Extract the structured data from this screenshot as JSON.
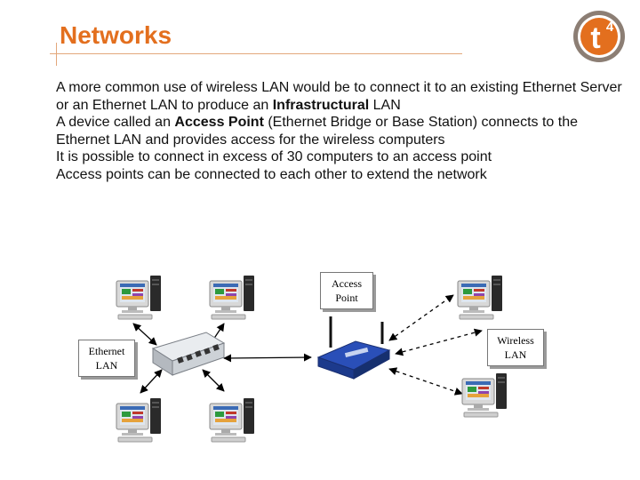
{
  "title": "Networks",
  "paragraphs": [
    {
      "parts": [
        {
          "text": "A more common use of wireless LAN would be to connect it to an existing Ethernet Server or an Ethernet LAN to produce an ",
          "bold": false
        },
        {
          "text": "Infrastructural",
          "bold": true
        },
        {
          "text": " LAN",
          "bold": false
        }
      ]
    },
    {
      "parts": [
        {
          "text": "A device called an ",
          "bold": false
        },
        {
          "text": "Access Point",
          "bold": true
        },
        {
          "text": " (Ethernet Bridge or Base Station) connects to the Ethernet LAN and provides access for the wireless computers",
          "bold": false
        }
      ]
    },
    {
      "parts": [
        {
          "text": "It is possible to connect in excess of 30 computers to an access point",
          "bold": false
        }
      ]
    },
    {
      "parts": [
        {
          "text": "Access points can be connected to each other to extend the network",
          "bold": false
        }
      ]
    }
  ],
  "diagram": {
    "access_point_label": [
      "Access",
      "Point"
    ],
    "ethernet_label": [
      "Ethernet",
      "LAN"
    ],
    "wireless_label": [
      "Wireless",
      "LAN"
    ]
  },
  "logo": {
    "letter": "t",
    "superscript": "4",
    "color": "#e36f1e",
    "ring_color": "#8c7e74"
  },
  "colors": {
    "title": "#e36f1e",
    "router_blue": "#2a4fb8",
    "arrow": "#000000"
  }
}
